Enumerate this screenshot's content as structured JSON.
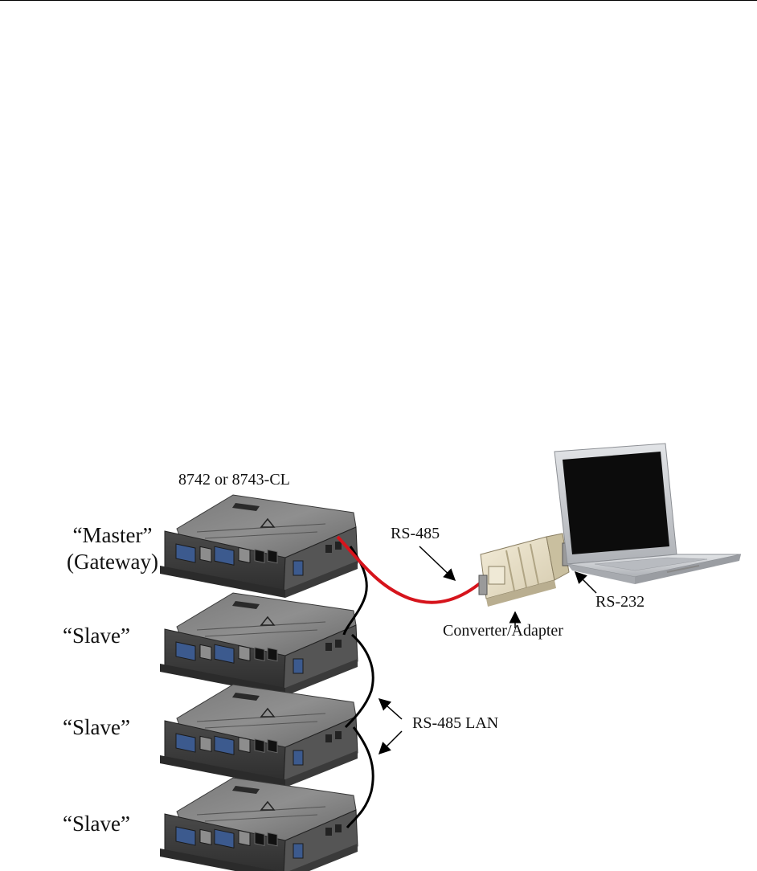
{
  "diagram": {
    "title": "8742 or 8743-CL",
    "roles": [
      {
        "line1": "“Master”",
        "line2": "(Gateway)"
      },
      {
        "line1": "“Slave”"
      },
      {
        "line1": "“Slave”"
      },
      {
        "line1": "“Slave”"
      }
    ],
    "labels": {
      "rs485": "RS-485",
      "rs232": "RS-232",
      "converter": "Converter/Adapter",
      "lan": "RS-485 LAN"
    },
    "colors": {
      "cable_red": "#d6141c",
      "cable_black": "#000000",
      "device_body": "#5a5a5a",
      "adapter_body": "#e9e0c8",
      "laptop_silver": "#c9cbcf"
    }
  }
}
